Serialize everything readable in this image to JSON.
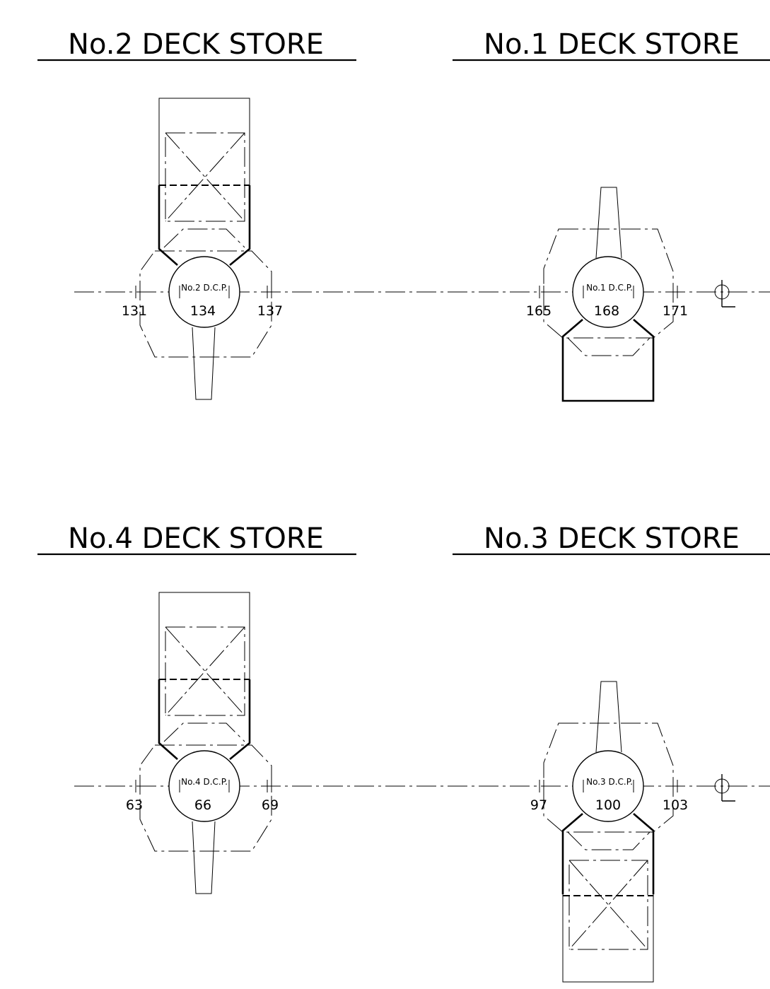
{
  "colors": {
    "ink": "#000000",
    "paper": "#ffffff"
  },
  "symbols": {
    "centerline": "centerline-icon"
  },
  "panels": [
    {
      "title": "No.2 DECK STORE",
      "dcp_label": "No.2 D.C.P.",
      "frames": [
        "131",
        "134",
        "137"
      ]
    },
    {
      "title": "No.1 DECK STORE",
      "dcp_label": "No.1 D.C.P.",
      "frames": [
        "165",
        "168",
        "171"
      ]
    },
    {
      "title": "No.4 DECK STORE",
      "dcp_label": "No.4 D.C.P.",
      "frames": [
        "63",
        "66",
        "69"
      ]
    },
    {
      "title": "No.3 DECK STORE",
      "dcp_label": "No.3 D.C.P.",
      "frames": [
        "97",
        "100",
        "103"
      ]
    }
  ]
}
